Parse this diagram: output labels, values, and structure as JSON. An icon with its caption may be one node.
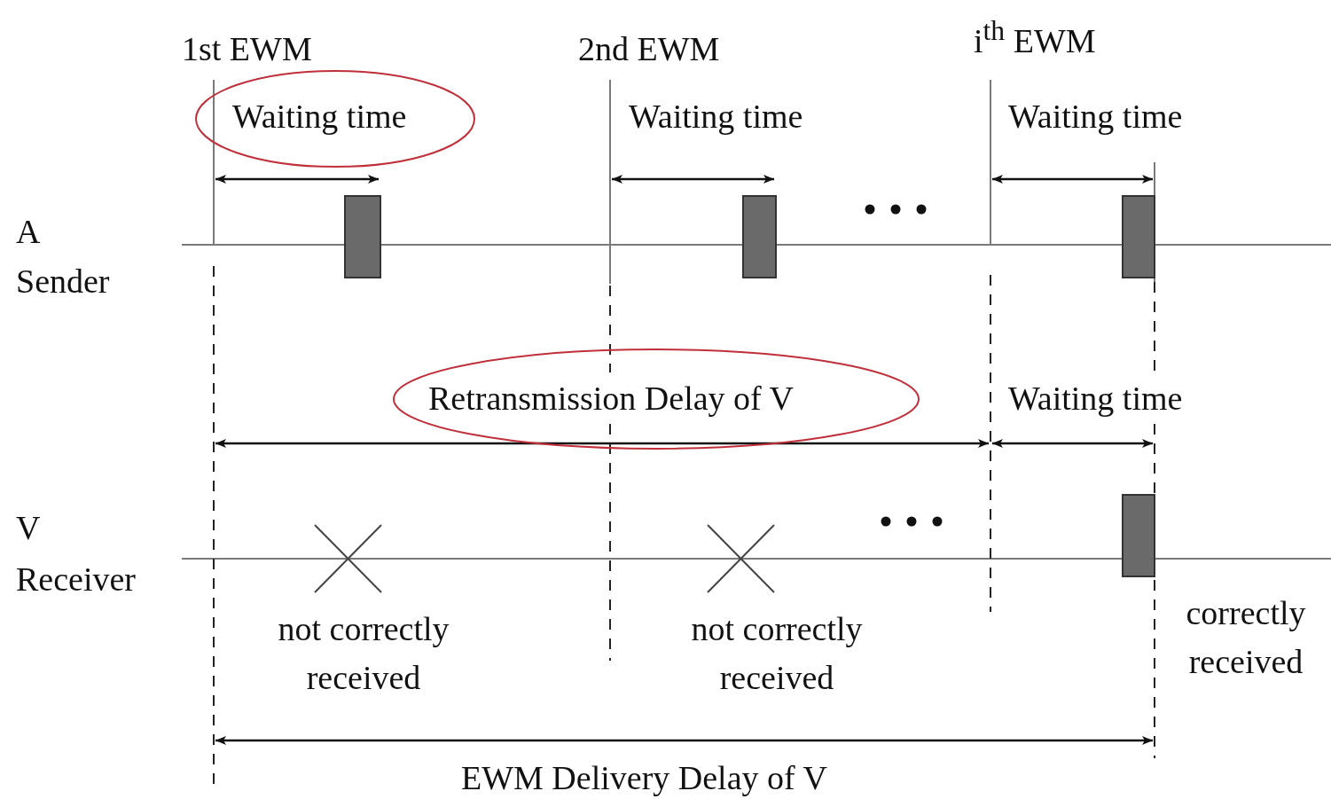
{
  "diagram": {
    "nodes": [
      {
        "text": [],
        "shape": "bar"
      },
      {
        "text": [],
        "shape": "bar"
      },
      {
        "text": [],
        "shape": "bar"
      },
      {
        "text": [],
        "shape": "bar"
      }
    ],
    "labels": [
      "1st EWM",
      "2nd EWM",
      "i$^{th}$ EWM",
      "Waiting time",
      "Waiting time",
      "Waiting time",
      "A",
      "Sender",
      "Retransmission Delay of V",
      "Waiting time",
      "V",
      "Receiver",
      "not correctly received",
      "not correctly received",
      "correctly received",
      "EWM Delivery Delay of V"
    ]
  }
}
